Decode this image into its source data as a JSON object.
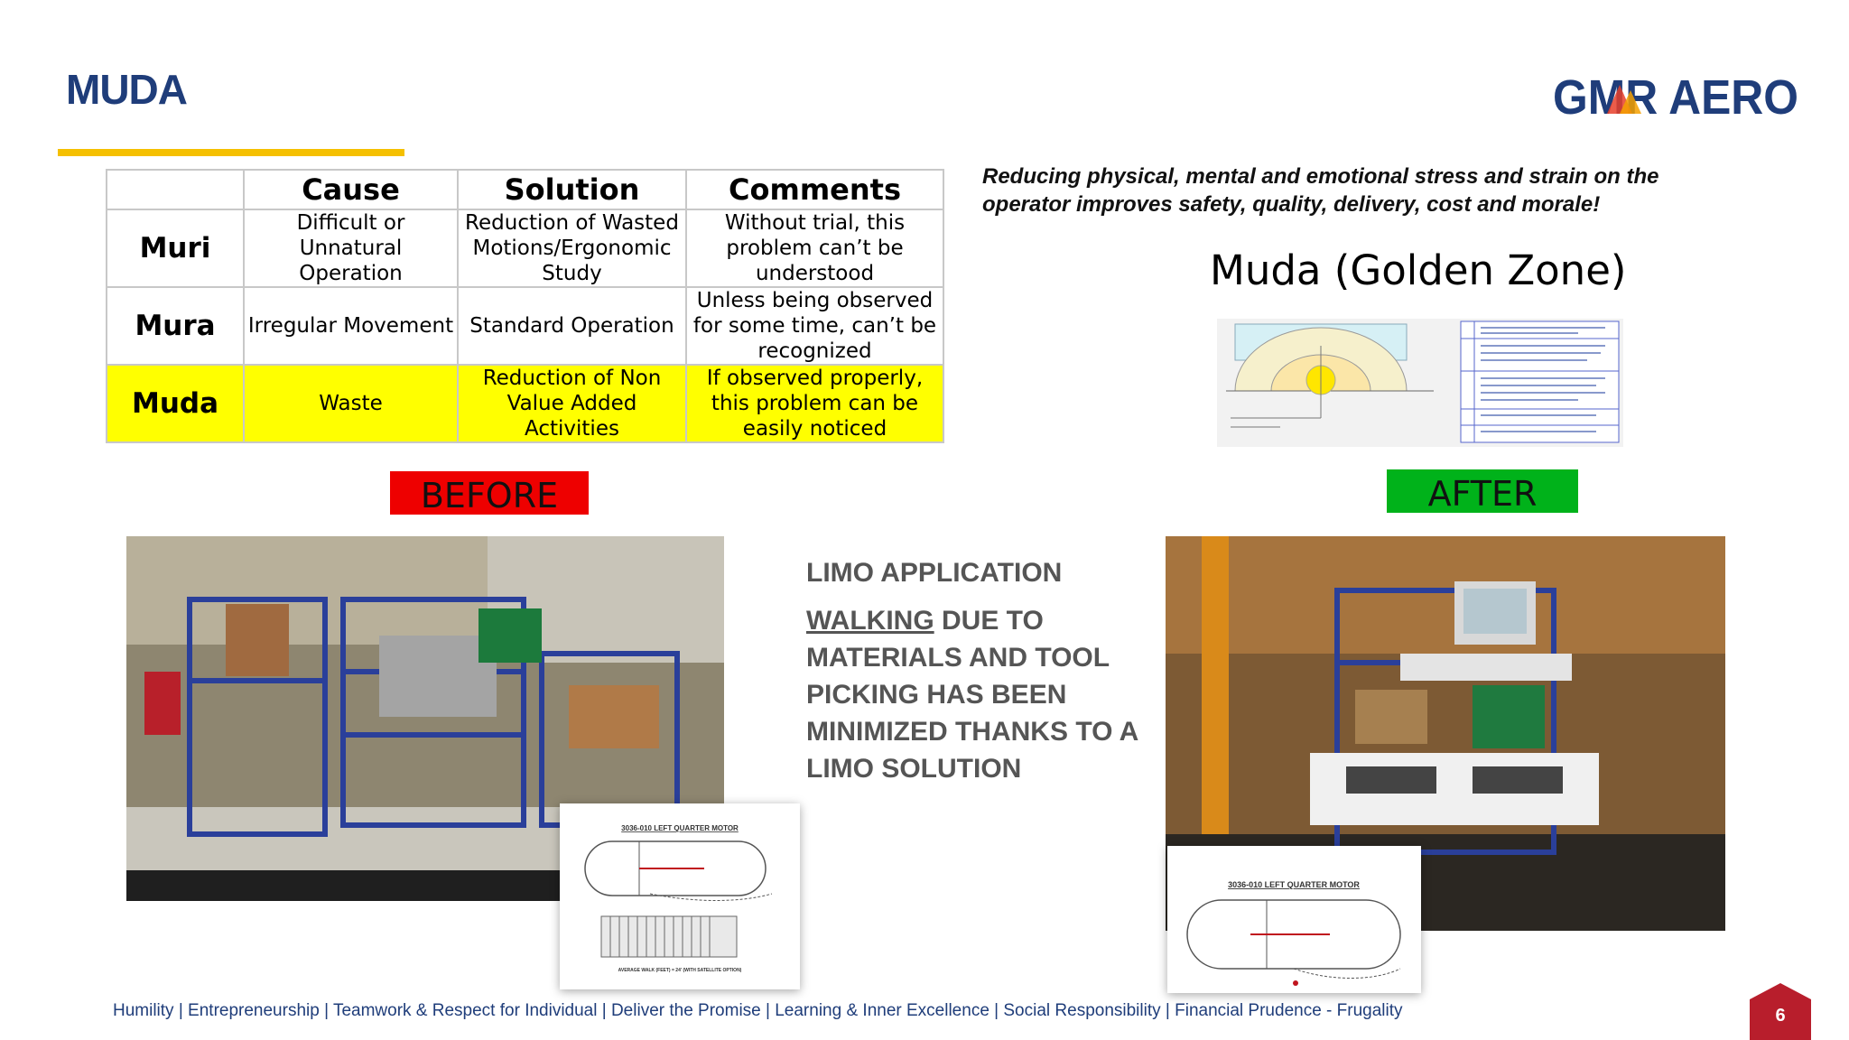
{
  "header": {
    "title": "MUDA",
    "logo_text": "GMR AERO"
  },
  "table": {
    "headers": [
      "",
      "Cause",
      "Solution",
      "Comments"
    ],
    "rows": [
      {
        "label": "Muri",
        "cause": "Difficult or Unnatural Operation",
        "solution": "Reduction of Wasted Motions/Ergonomic Study",
        "comments": "Without trial, this problem can’t be understood"
      },
      {
        "label": "Mura",
        "cause": "Irregular Movement",
        "solution": "Standard Operation",
        "comments": "Unless being observed for some time, can’t be recognized"
      },
      {
        "label": "Muda",
        "cause": "Waste",
        "solution": "Reduction of Non Value Added Activities",
        "comments": "If observed properly, this problem can be easily noticed"
      }
    ]
  },
  "quote": "Reducing physical, mental and emotional stress and strain on the operator improves safety, quality, delivery, cost and morale!",
  "golden_zone": {
    "title": "Muda (Golden Zone)"
  },
  "before_label": "BEFORE",
  "after_label": "AFTER",
  "limo": {
    "title": "LIMO APPLICATION",
    "body_underlined": "WALKING",
    "body_rest": " DUE TO MATERIALS AND TOOL PICKING HAS BEEN MINIMIZED THANKS TO A LIMO SOLUTION"
  },
  "insets": {
    "before_caption": "3036-010 LEFT QUARTER MOTOR",
    "before_note": "AVERAGE WALK (FEET) = 24' (WITH SATELLITE OPTION)",
    "after_caption": "3036-010 LEFT QUARTER MOTOR"
  },
  "footer": "Humility | Entrepreneurship | Teamwork & Respect for Individual | Deliver the Promise | Learning & Inner Excellence | Social Responsibility | Financial Prudence - Frugality",
  "page_number": "6",
  "colors": {
    "brand_blue": "#1f3d7a",
    "accent_yellow": "#f5c000",
    "before_red": "#ee0000",
    "after_green": "#00b21a",
    "highlight": "#ffff00"
  }
}
